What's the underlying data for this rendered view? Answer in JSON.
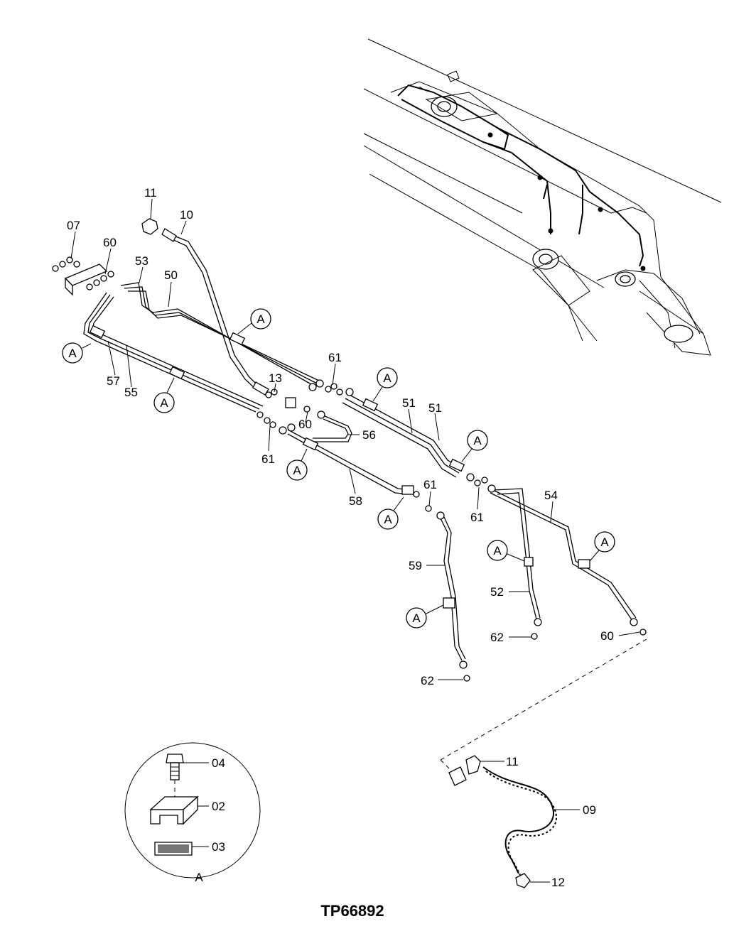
{
  "drawing_id": "TP66892",
  "detail_letter": "A",
  "callout_letter": "A",
  "part_labels": {
    "p07": "07",
    "p60a": "60",
    "p11a": "11",
    "p10": "10",
    "p53": "53",
    "p50": "50",
    "p57": "57",
    "p55": "55",
    "p13": "13",
    "p61a": "61",
    "p60b": "60",
    "p61b": "61",
    "p51a": "51",
    "p51b": "51",
    "p56": "56",
    "p58": "58",
    "p61c": "61",
    "p61d": "61",
    "p54": "54",
    "p59": "59",
    "p52": "52",
    "p62a": "62",
    "p60c": "60",
    "p62b": "62",
    "p04": "04",
    "p02": "02",
    "p03": "03",
    "p11b": "11",
    "p09": "09",
    "p12": "12"
  }
}
